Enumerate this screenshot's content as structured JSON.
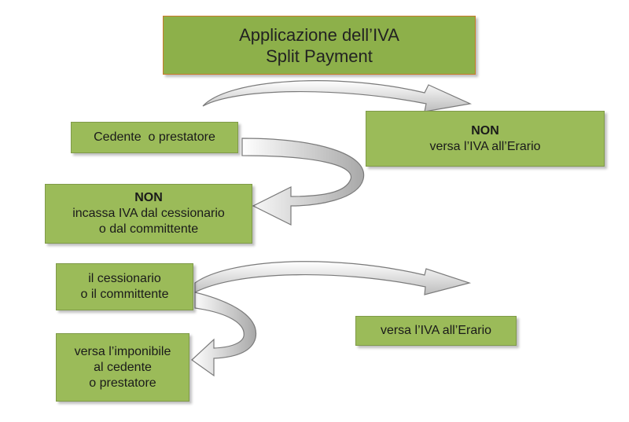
{
  "title": {
    "line1": "Applicazione dell’IVA",
    "line2": "Split Payment"
  },
  "cedente": {
    "label": "Cedente  o prestatore"
  },
  "non_versa": {
    "heading": "NON",
    "text": "versa l’IVA all’Erario"
  },
  "non_incassa": {
    "heading": "NON",
    "line1": "incassa IVA dal cessionario",
    "line2": "o dal committente"
  },
  "cessionario": {
    "line1": "il cessionario",
    "line2": "o il committente"
  },
  "versa": {
    "text": "versa l’IVA all’Erario"
  },
  "imponibile": {
    "line1": "versa l’imponibile",
    "line2": "al cedente",
    "line3": "o prestatore"
  },
  "colors": {
    "box_fill": "#9bbb59",
    "title_border": "#c97a2a",
    "arrow_fill": "#e6e6e6"
  }
}
